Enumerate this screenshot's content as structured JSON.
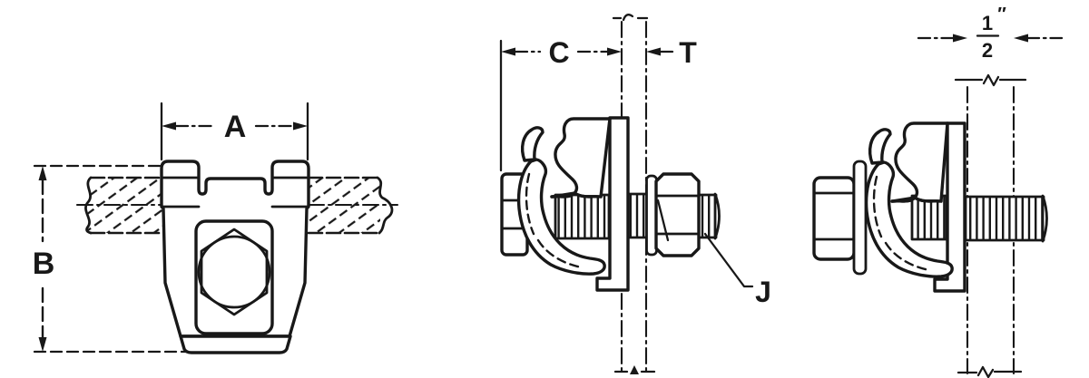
{
  "drawing": {
    "background": "#ffffff",
    "ink": "#181818",
    "front_view": {
      "width_label": "A",
      "height_label": "B"
    },
    "side_view": {
      "offset_label": "C",
      "thickness_label": "T",
      "stud_label": "J"
    },
    "stud_view": {
      "thread_length": {
        "numerator": "1",
        "denominator": "2",
        "unit_mark": "″"
      }
    }
  }
}
